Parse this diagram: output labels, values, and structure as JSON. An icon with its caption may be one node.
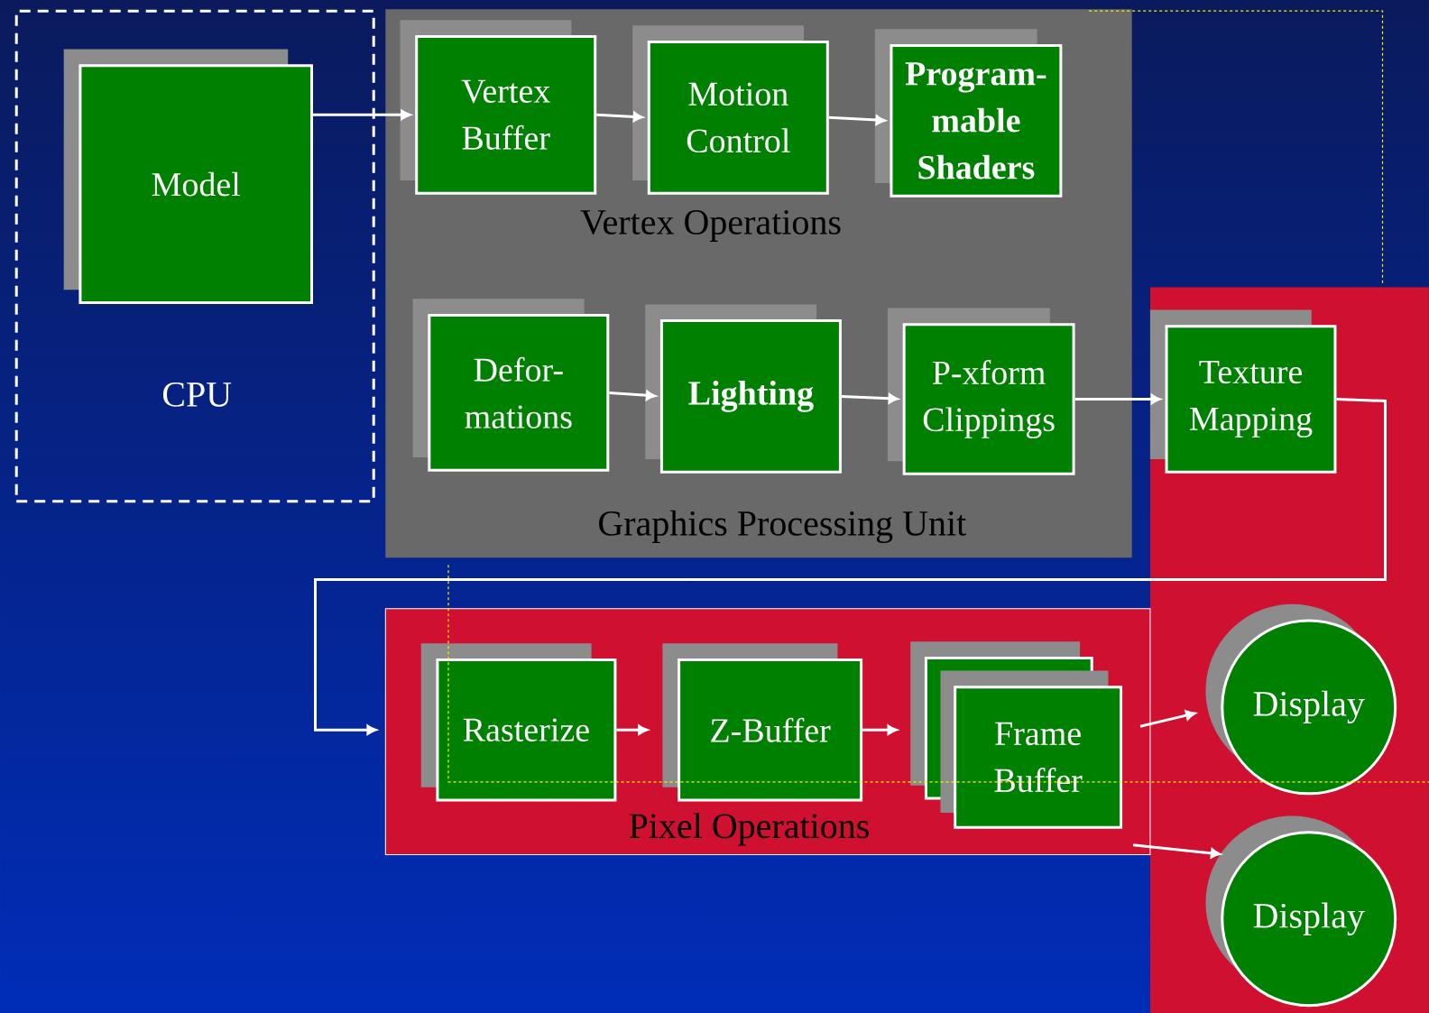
{
  "diagram": {
    "nodes": [
      {
        "text": [
          "CPU"
        ]
      },
      {
        "text": [
          "Model"
        ],
        "in": 0
      },
      {
        "text": [
          "Vertex Operations",
          "Graphics Processing Unit"
        ]
      },
      {
        "text": [
          "Vertex Buffer"
        ],
        "in": 2
      },
      {
        "text": [
          "Motion Control"
        ],
        "in": 2
      },
      {
        "text": [
          "Program- mable Shaders"
        ],
        "in": 2
      },
      {
        "text": [
          "Defor- mations"
        ],
        "in": 2
      },
      {
        "text": [
          "Lighting"
        ],
        "in": 2
      },
      {
        "text": [
          "P-xform Clippings"
        ],
        "in": 2
      },
      {
        "text": [],
        "shape": "box"
      },
      {
        "text": [
          "Texture Mapping"
        ],
        "in": 9
      },
      {
        "text": [
          "Pixel Operations"
        ]
      },
      {
        "text": [
          "Rasterize"
        ],
        "in": 11
      },
      {
        "text": [
          "Z-Buffer"
        ],
        "in": 11
      },
      {
        "text": [
          "Frame Buffer"
        ],
        "in": 11
      },
      {
        "text": [
          "Display"
        ],
        "in": 9
      },
      {
        "text": [
          "Display"
        ],
        "in": 9
      }
    ],
    "edges": [
      {
        "from": 1,
        "to": 3,
        "arrow": "to"
      },
      {
        "from": 3,
        "to": 4,
        "arrow": "to"
      },
      {
        "from": 4,
        "to": 5,
        "arrow": "to"
      },
      {
        "from": 6,
        "to": 7,
        "arrow": "to"
      },
      {
        "from": 7,
        "to": 8,
        "arrow": "to"
      },
      {
        "from": 8,
        "to": 10,
        "arrow": "to"
      },
      {
        "from": 10,
        "to": 12,
        "arrow": "to"
      },
      {
        "from": 12,
        "to": 13,
        "arrow": "to"
      },
      {
        "from": 13,
        "to": 14,
        "arrow": "to"
      },
      {
        "from": 14,
        "to": 15,
        "arrow": "to"
      },
      {
        "from": 14,
        "to": 16,
        "arrow": "to"
      }
    ]
  }
}
